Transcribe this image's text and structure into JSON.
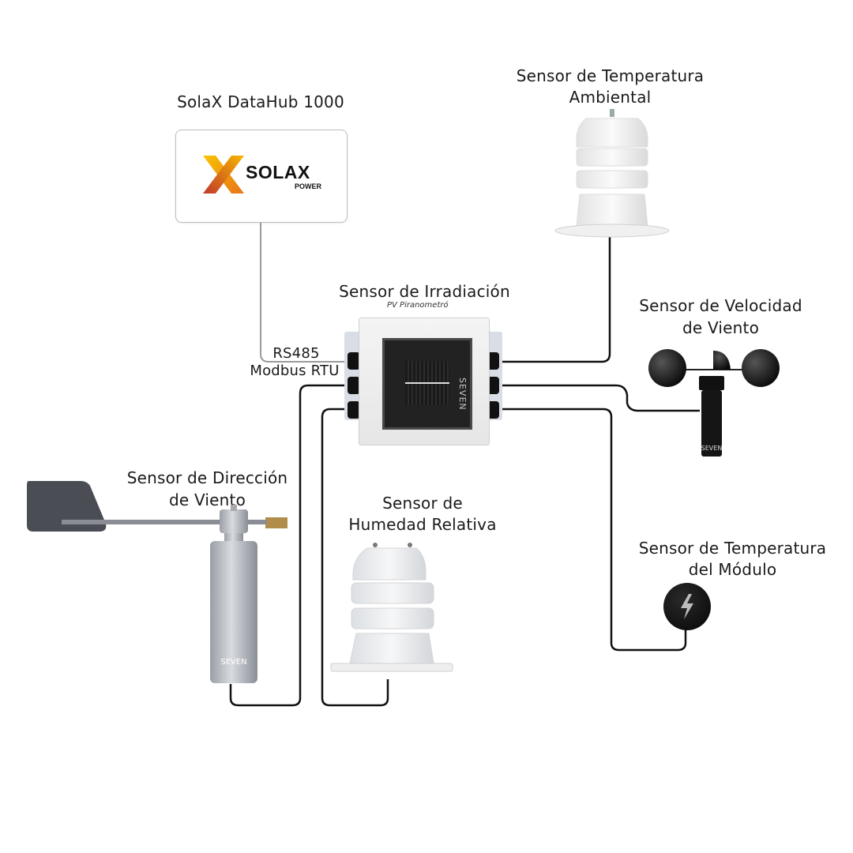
{
  "diagram": {
    "hub": {
      "title": "SolaX DataHub 1000",
      "logo_text": "SOLAX",
      "logo_subtext": "POWER",
      "logo_x_colors": [
        "#f7b500",
        "#e8731a",
        "#c0392b"
      ]
    },
    "irradiance_sensor": {
      "title": "Sensor de Irradiación",
      "subtitle": "PV Piranometró",
      "brand": "SEVEN"
    },
    "connection": {
      "line1": "RS485",
      "line2": "Modbus RTU"
    },
    "ambient_temp_sensor": {
      "title_line1": "Sensor de Temperatura",
      "title_line2": "Ambiental"
    },
    "wind_speed_sensor": {
      "title_line1": "Sensor de Velocidad",
      "title_line2": "de Viento",
      "brand": "SEVEN"
    },
    "wind_direction_sensor": {
      "title_line1": "Sensor de Dirección",
      "title_line2": "de Viento",
      "brand": "SEVEN"
    },
    "humidity_sensor": {
      "title_line1": "Sensor de",
      "title_line2": "Humedad Relativa"
    },
    "module_temp_sensor": {
      "title_line1": "Sensor de Temperatura",
      "title_line2": "del Módulo"
    }
  }
}
